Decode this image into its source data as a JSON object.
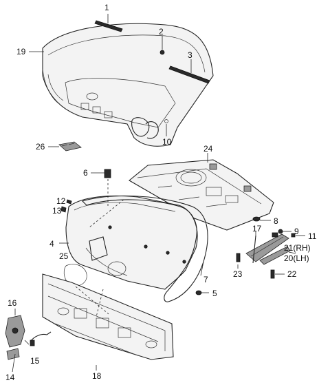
{
  "diagram": {
    "labels": [
      {
        "id": "p1",
        "text": "1"
      },
      {
        "id": "p2",
        "text": "2"
      },
      {
        "id": "p3",
        "text": "3"
      },
      {
        "id": "p4",
        "text": "4"
      },
      {
        "id": "p5",
        "text": "5"
      },
      {
        "id": "p6",
        "text": "6"
      },
      {
        "id": "p7",
        "text": "7"
      },
      {
        "id": "p8",
        "text": "8"
      },
      {
        "id": "p9",
        "text": "9"
      },
      {
        "id": "p10",
        "text": "10"
      },
      {
        "id": "p11",
        "text": "11"
      },
      {
        "id": "p12",
        "text": "12"
      },
      {
        "id": "p13",
        "text": "13"
      },
      {
        "id": "p14",
        "text": "14"
      },
      {
        "id": "p15",
        "text": "15"
      },
      {
        "id": "p16",
        "text": "16"
      },
      {
        "id": "p17",
        "text": "17"
      },
      {
        "id": "p18",
        "text": "18"
      },
      {
        "id": "p19",
        "text": "19"
      },
      {
        "id": "p20",
        "text": "20(LH)"
      },
      {
        "id": "p21",
        "text": "21(RH)"
      },
      {
        "id": "p22",
        "text": "22"
      },
      {
        "id": "p23",
        "text": "23"
      },
      {
        "id": "p24",
        "text": "24"
      },
      {
        "id": "p25",
        "text": "25"
      },
      {
        "id": "p26",
        "text": "26"
      }
    ]
  }
}
